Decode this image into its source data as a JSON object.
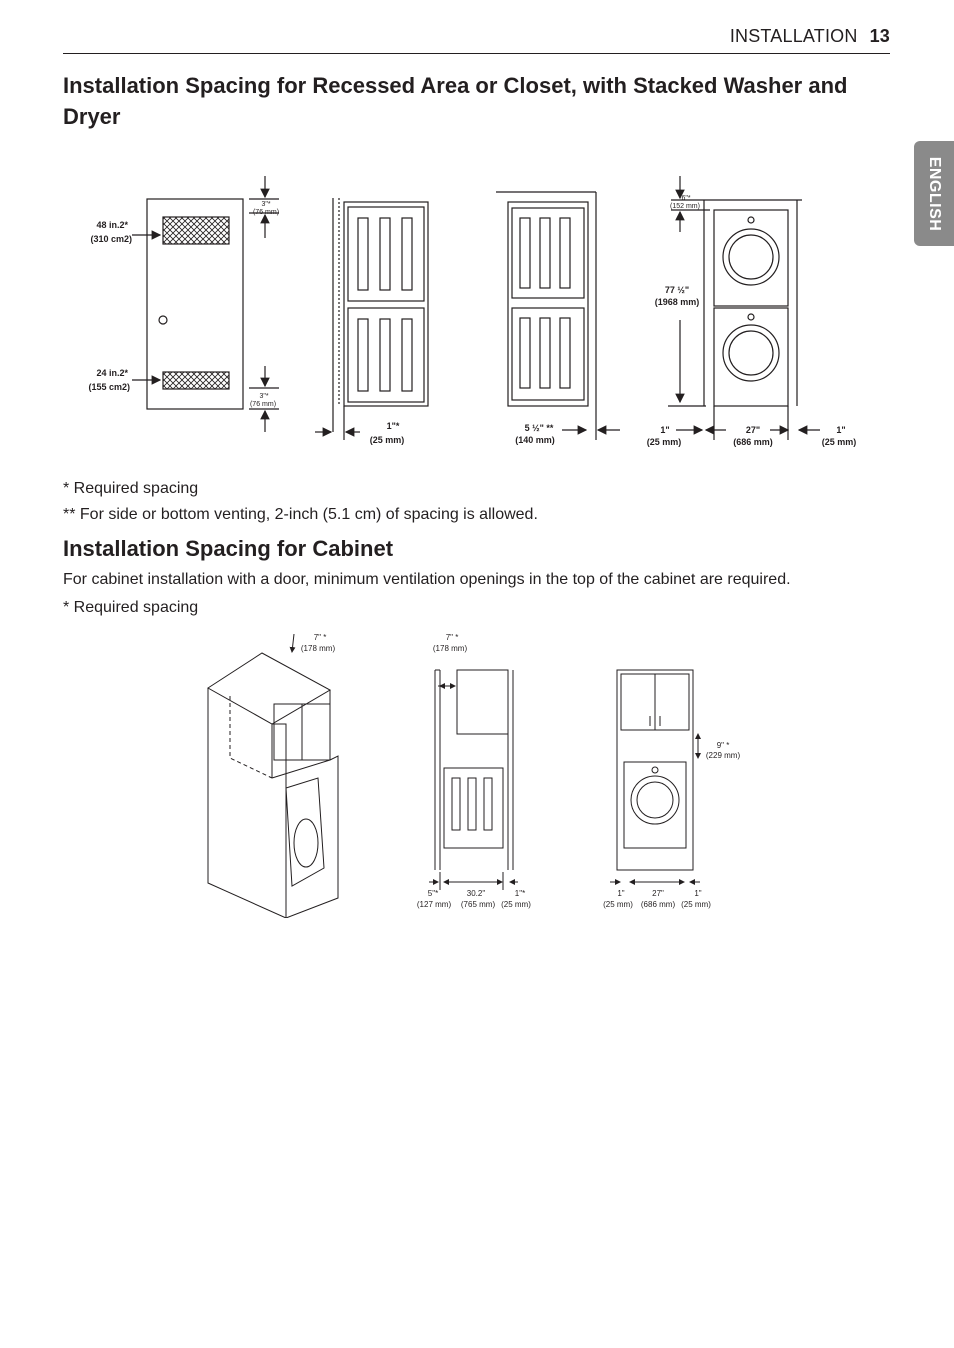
{
  "header": {
    "section": "INSTALLATION",
    "page_number": "13"
  },
  "side_tab": {
    "label": "ENGLISH"
  },
  "section1": {
    "title": "Installation Spacing for Recessed Area or Closet, with Stacked Washer and Dryer",
    "note1": "* Required spacing",
    "note2": "** For side or bottom venting, 2-inch (5.1 cm) of spacing is allowed.",
    "fig_labels": {
      "vent_top_a": "48 in.2*",
      "vent_top_b": "(310 cm2)",
      "vent_bot_a": "24 in.2*",
      "vent_bot_b": "(155 cm2)",
      "top_gap_a": "3\"*",
      "top_gap_b": "(76 mm)",
      "bot_gap_a": "3\"*",
      "bot_gap_b": "(76 mm)",
      "side_a": "1\"*",
      "side_b": "(25 mm)",
      "rear_a": "5 ½\" **",
      "rear_b": "(140 mm)",
      "top_a": "6\"*",
      "top_b": "(152 mm)",
      "height_a": "77 ½\"",
      "height_b": "(1968 mm)",
      "left_a": "1\"",
      "left_b": "(25 mm)",
      "width_a": "27\"",
      "width_b": "(686 mm)",
      "right_a": "1\"",
      "right_b": "(25 mm)"
    }
  },
  "section2": {
    "title": "Installation Spacing for Cabinet",
    "body": "For cabinet installation with a door, minimum ventilation openings in the top of the cabinet are required.",
    "note": "* Required spacing",
    "fig_labels": {
      "c1_a": "7\" *",
      "c1_b": "(178 mm)",
      "c2_a": "7\" *",
      "c2_b": "(178 mm)",
      "c2_left_a": "5\"*",
      "c2_left_b": "(127 mm)",
      "c2_mid_a": "30.2\"",
      "c2_mid_b": "(765 mm)",
      "c2_right_a": "1\"*",
      "c2_right_b": "(25 mm)",
      "c3_gap_a": "9\" *",
      "c3_gap_b": "(229 mm)",
      "c3_left_a": "1\"",
      "c3_left_b": "(25 mm)",
      "c3_mid_a": "27\"",
      "c3_mid_b": "(686 mm)",
      "c3_right_a": "1\"",
      "c3_right_b": "(25 mm)"
    }
  }
}
